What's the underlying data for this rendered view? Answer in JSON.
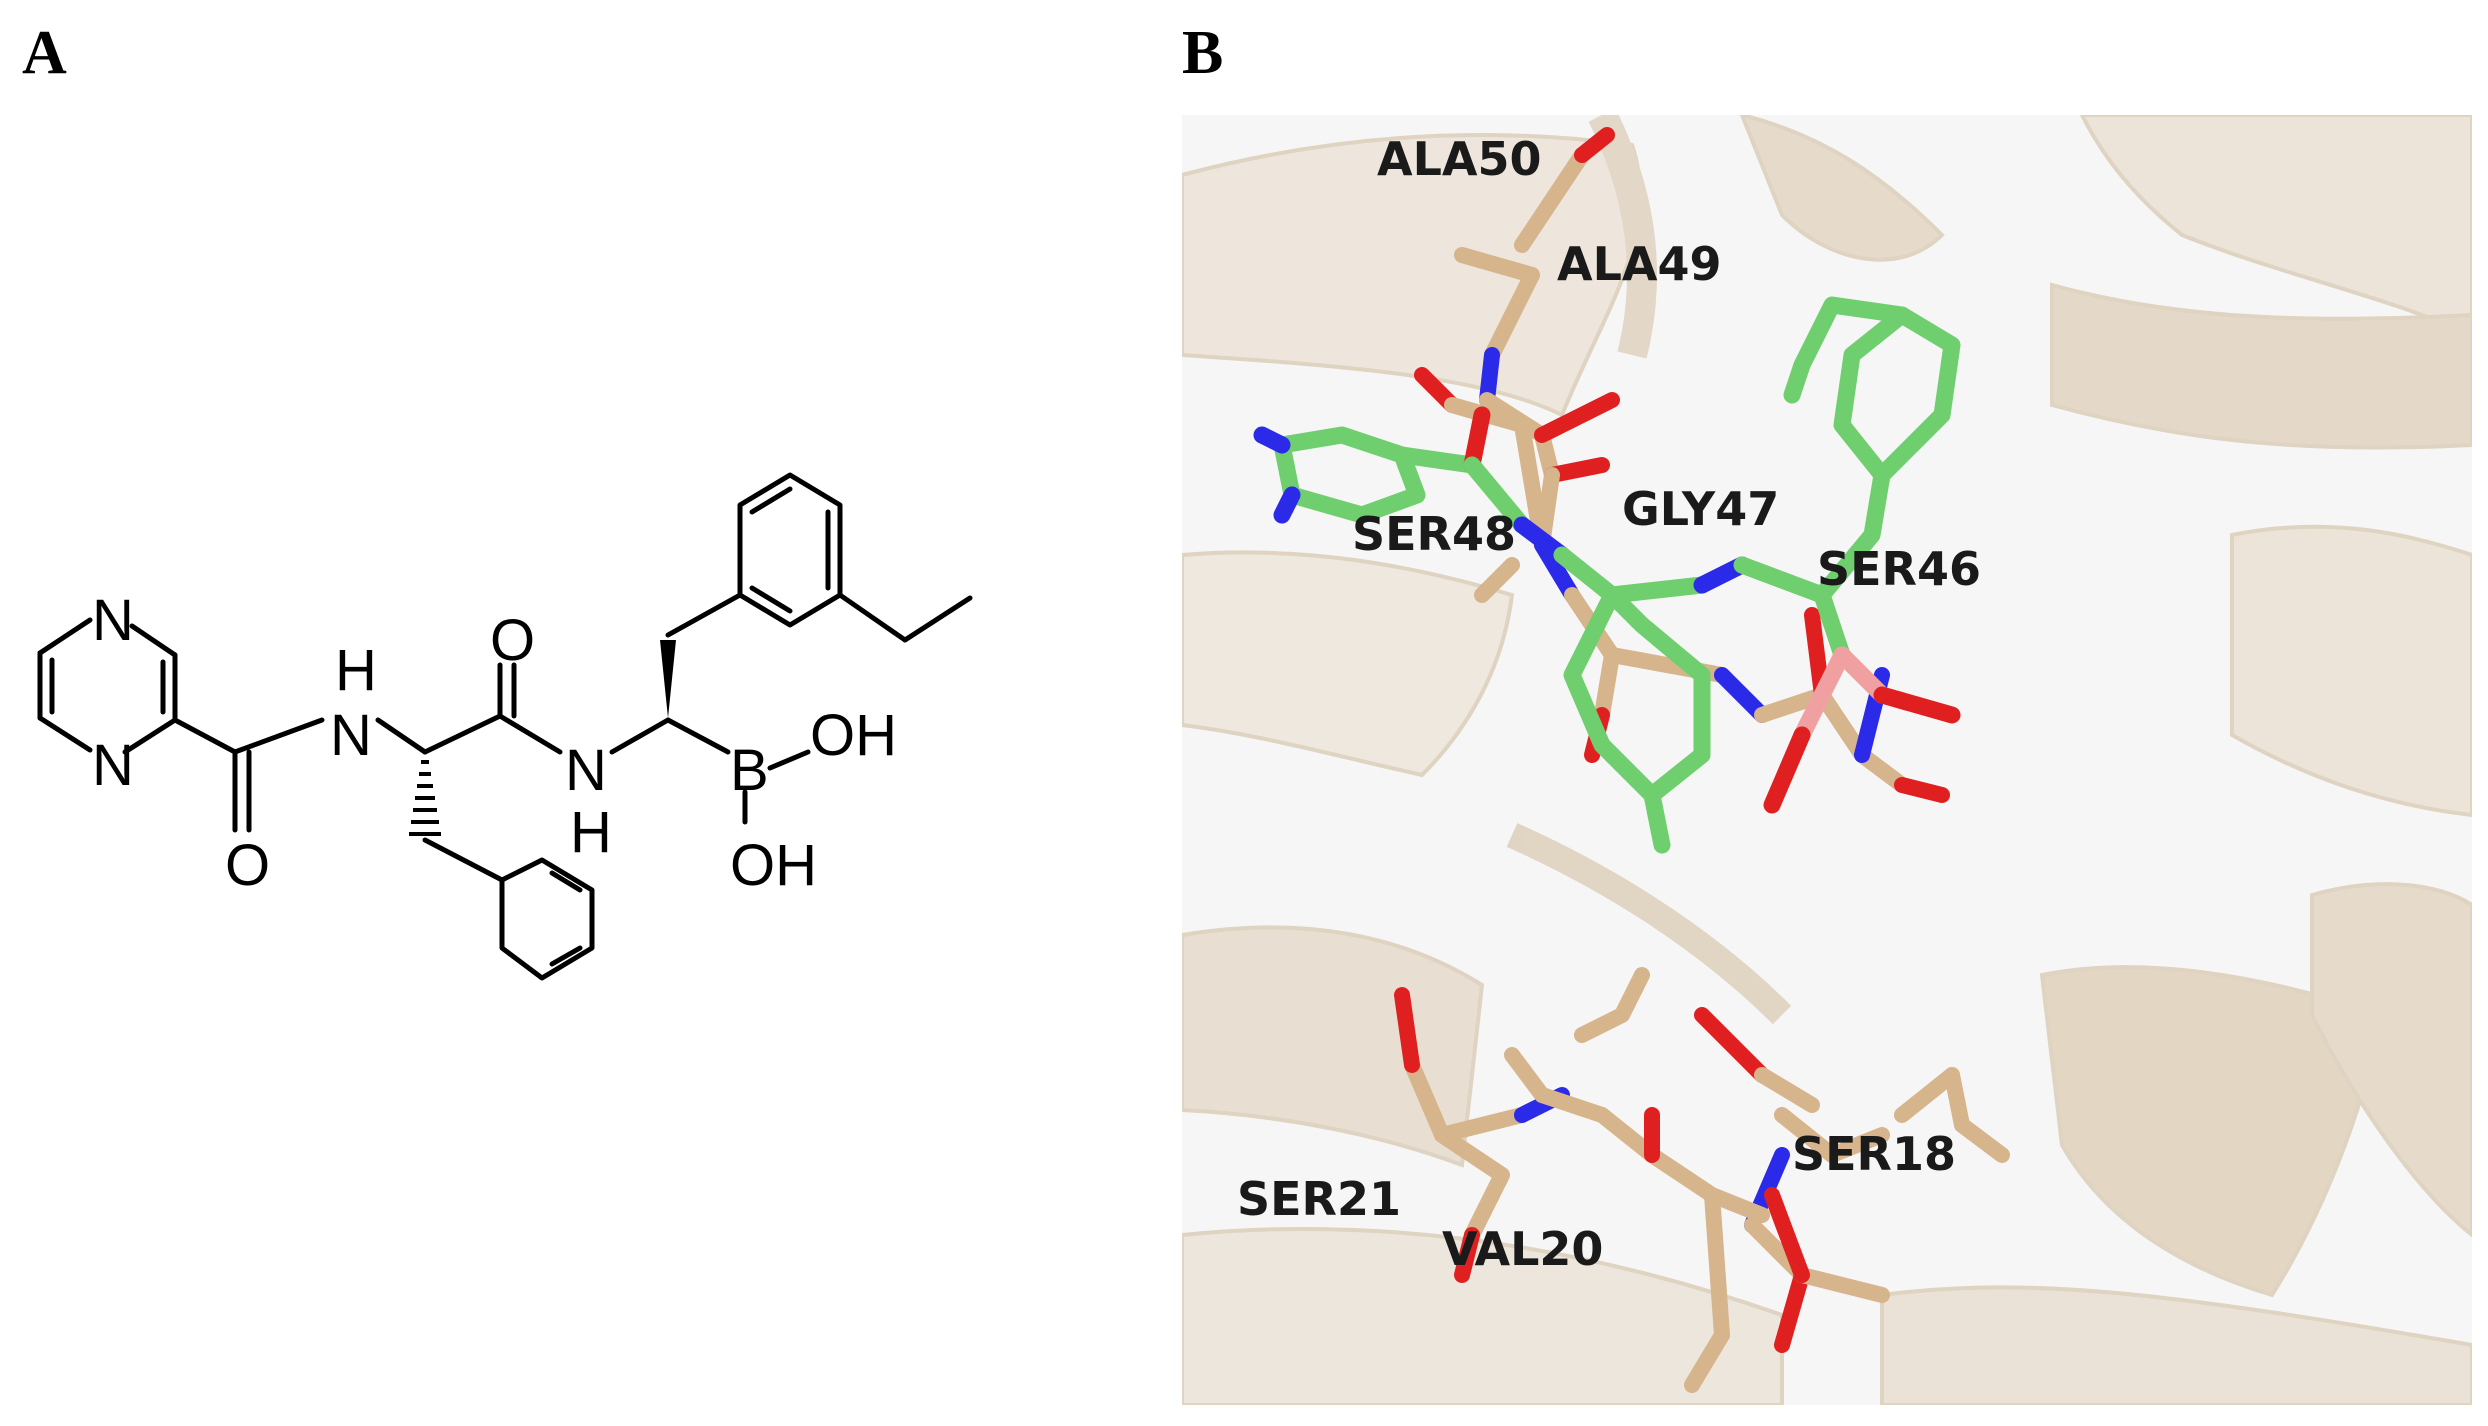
{
  "panels": {
    "a": {
      "label": "A"
    },
    "b": {
      "label": "B"
    }
  },
  "molecule": {
    "atoms": {
      "n_ring_top": "N",
      "n_ring_bottom": "N",
      "nh1_n": "N",
      "nh1_h": "H",
      "o1": "O",
      "o2": "O",
      "nh2_n": "N",
      "nh2_h": "H",
      "boron": "B",
      "oh1": "OH",
      "oh2": "OH"
    }
  },
  "residues": [
    "ALA50",
    "ALA49",
    "SER48",
    "GLY47",
    "SER46",
    "SER18",
    "SER21",
    "VAL20"
  ],
  "colors": {
    "ligand_carbon": "#6fcf6f",
    "protein_carbon": "#d6b48c",
    "nitrogen": "#2a2ae8",
    "oxygen": "#e02020",
    "boron": "#f0a0a0",
    "cartoon": "#e0d3c2"
  }
}
